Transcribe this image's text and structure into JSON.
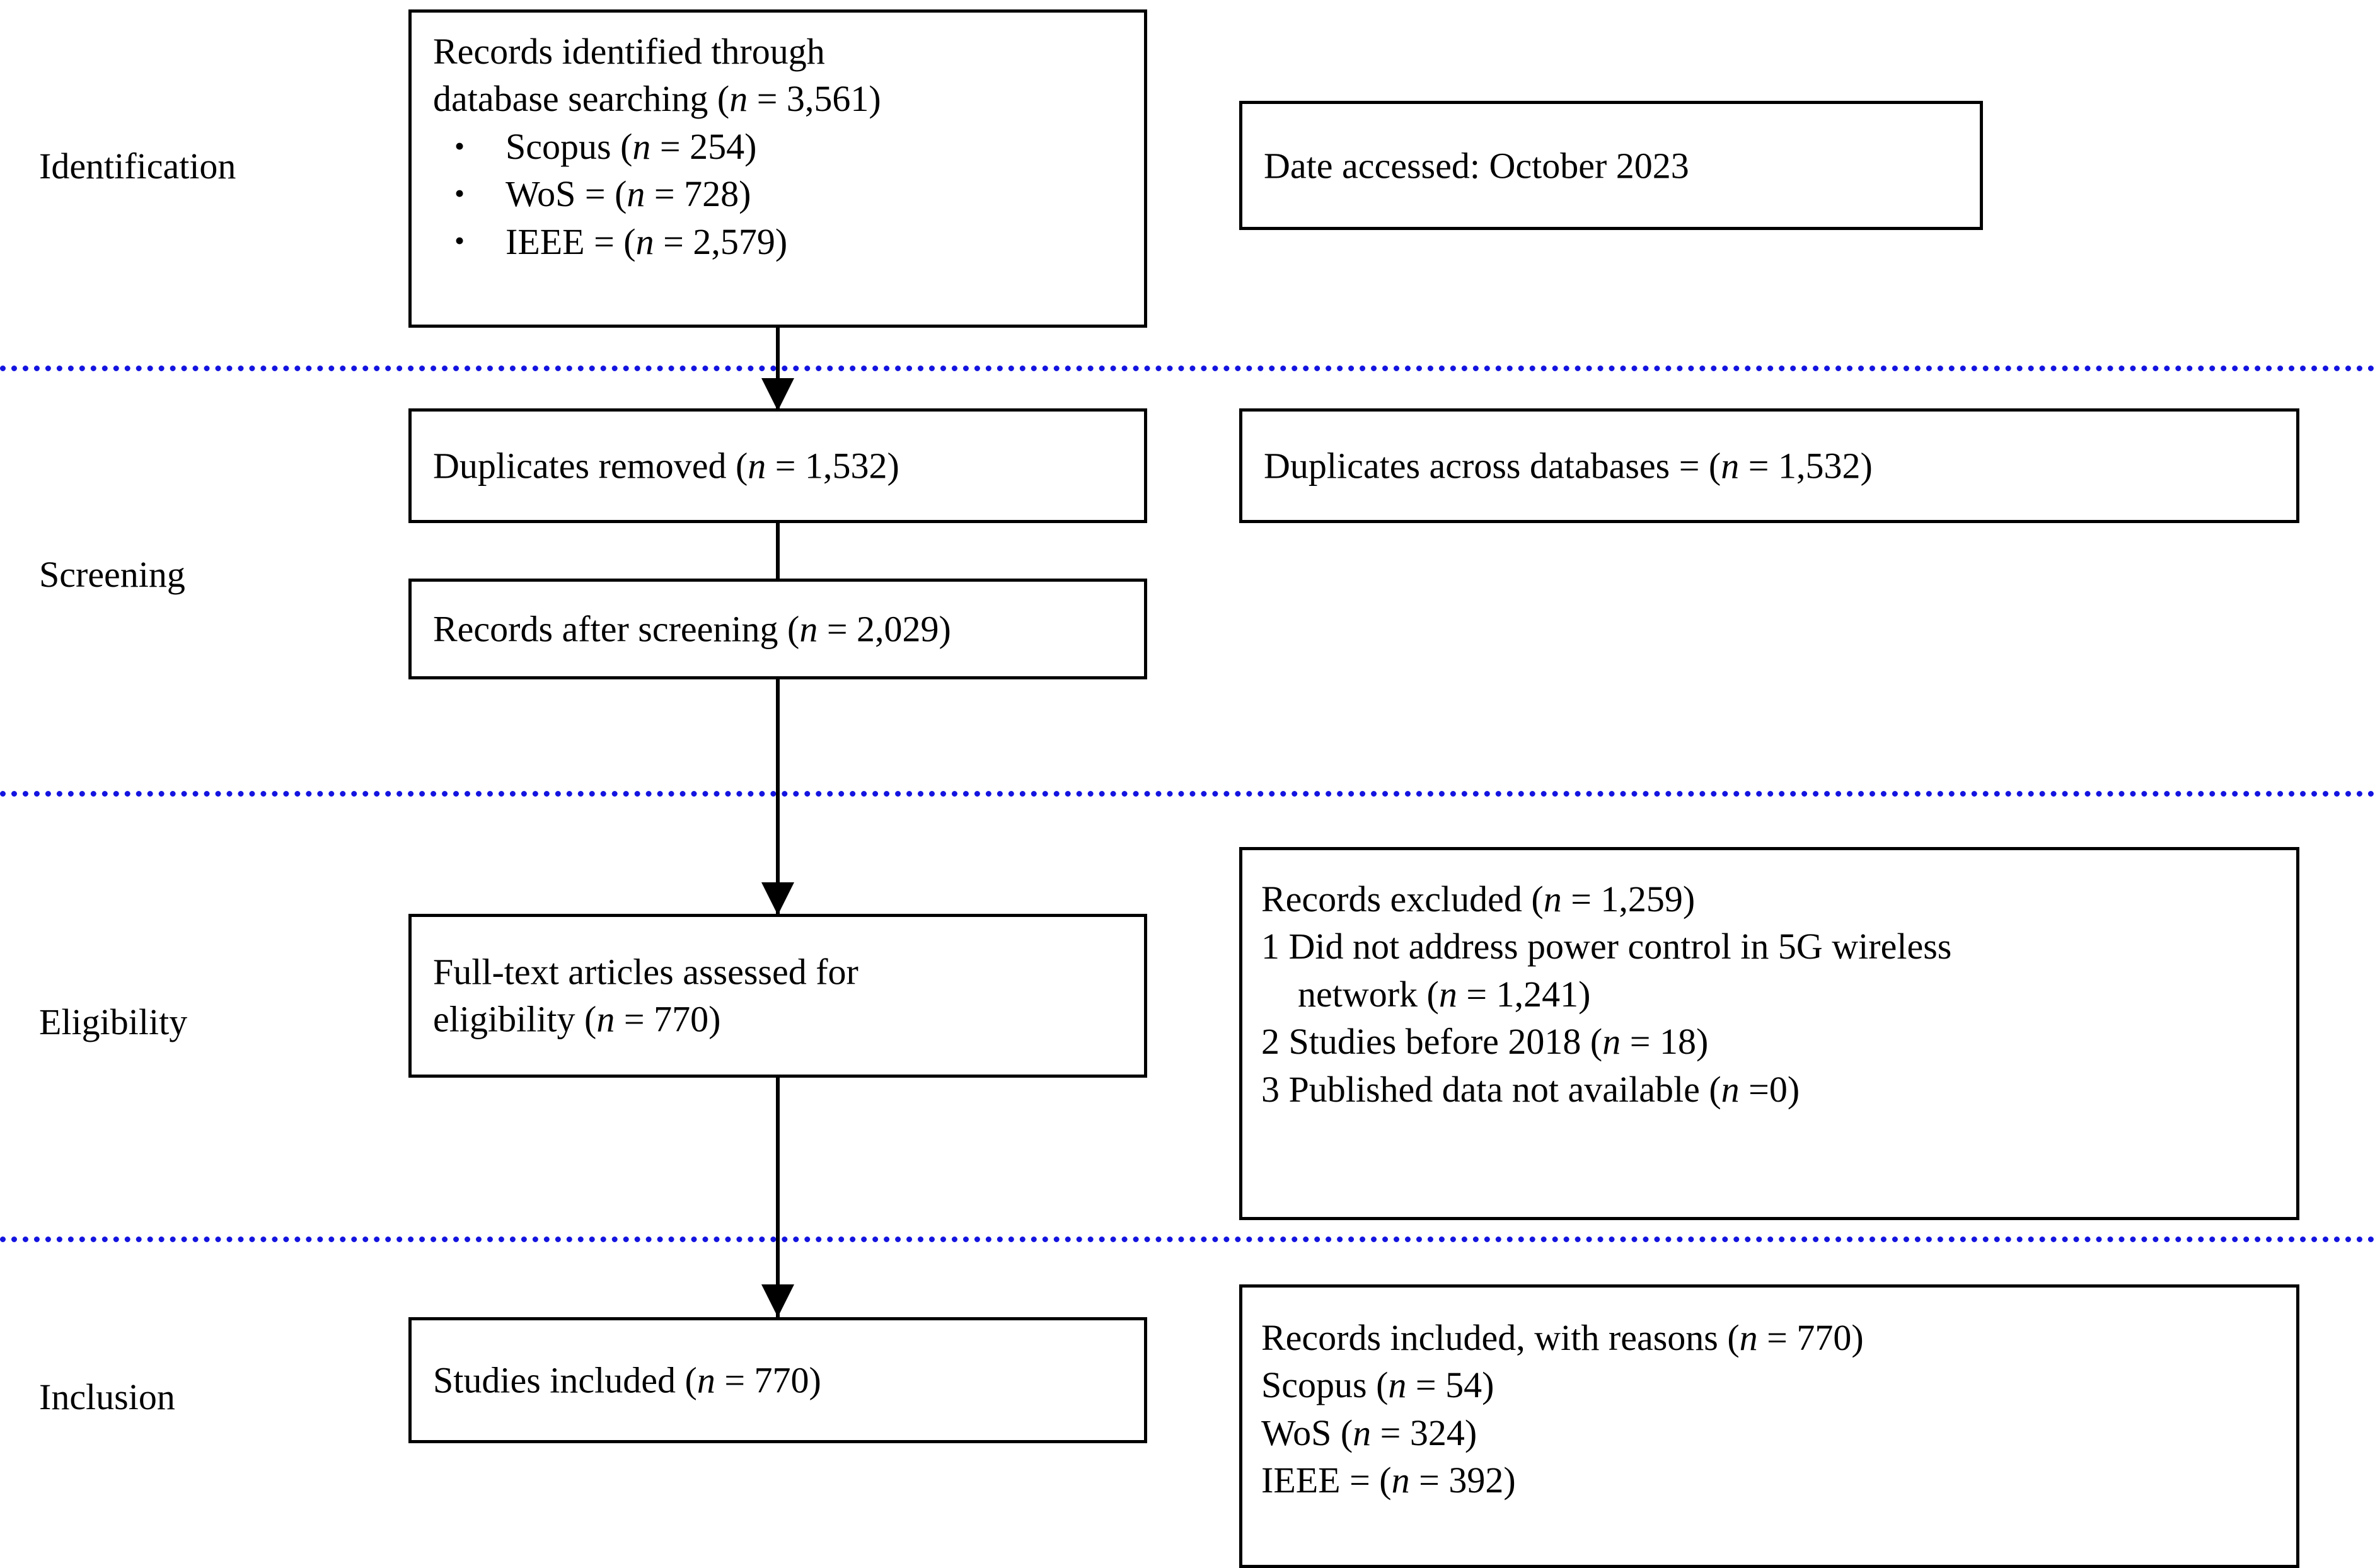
{
  "figure": {
    "type": "prisma-flow-diagram",
    "accent_color": "#1414e0",
    "line_color": "#000000",
    "background": "#ffffff"
  },
  "stages": [
    {
      "key": "identification",
      "label": "Identification"
    },
    {
      "key": "screening",
      "label": "Screening"
    },
    {
      "key": "eligibility",
      "label": "Eligibility"
    },
    {
      "key": "inclusion",
      "label": "Inclusion"
    }
  ],
  "boxes": {
    "records_identified": {
      "line1": "Records identified through",
      "line2_prefix": "database searching (",
      "line2_italic": "n",
      "line2_suffix": " = 3,561)",
      "bullets": [
        {
          "bullet": "•",
          "prefix": "Scopus (",
          "italic": "n",
          "suffix": " = 254)"
        },
        {
          "bullet": "•",
          "prefix": "WoS = (",
          "italic": "n",
          "suffix": " = 728)"
        },
        {
          "bullet": "•",
          "prefix": "IEEE = (",
          "italic": "n",
          "suffix": " = 2,579)"
        }
      ]
    },
    "date_accessed": {
      "text": "Date accessed: October 2023"
    },
    "duplicates_removed": {
      "prefix": "Duplicates removed (",
      "italic": "n",
      "suffix": " = 1,532)"
    },
    "duplicates_across": {
      "prefix": "Duplicates across databases = (",
      "italic": "n",
      "suffix": " = 1,532)"
    },
    "records_after_screening": {
      "prefix": "Records after screening (",
      "italic": "n",
      "suffix": " = 2,029)"
    },
    "fulltext_assessed": {
      "line1": "Full-text articles assessed for",
      "line2_prefix": "eligibility (",
      "line2_italic": "n",
      "line2_suffix": " = 770)"
    },
    "records_excluded": {
      "heading_prefix": "Records excluded (",
      "heading_italic": "n",
      "heading_suffix": " = 1,259)",
      "reasons": [
        {
          "num": "1",
          "text_a": "Did not address power control in 5G wireless",
          "text_b_prefix": "network (",
          "text_b_italic": "n",
          "text_b_suffix": " = 1,241)"
        },
        {
          "num": "2",
          "text_a": "Studies before 2018 (",
          "text_a_italic": "n",
          "text_a_suffix": " = 18)"
        },
        {
          "num": "3",
          "text_a": "Published data not available (",
          "text_a_italic": "n",
          "text_a_suffix": " =0)"
        }
      ]
    },
    "studies_included": {
      "prefix": "Studies included (",
      "italic": "n",
      "suffix": " = 770)"
    },
    "records_included_reasons": {
      "line1_prefix": "Records included, with reasons (",
      "line1_italic": "n",
      "line1_suffix": " = 770)",
      "line2_prefix": "Scopus (",
      "line2_italic": "n",
      "line2_suffix": " = 54)",
      "line3_prefix": "WoS (",
      "line3_italic": "n",
      "line3_suffix": " = 324)",
      "line4_prefix": "IEEE = (",
      "line4_italic": "n",
      "line4_suffix": " = 392)"
    }
  },
  "chart_data": {
    "type": "table",
    "title": "PRISMA flow of study selection",
    "records_identified_total": 3561,
    "sources_identified": {
      "Scopus": 254,
      "WoS": 728,
      "IEEE": 2579
    },
    "date_accessed": "October 2023",
    "duplicates_removed": 1532,
    "duplicates_across_databases": 1532,
    "records_after_screening": 2029,
    "fulltext_assessed_for_eligibility": 770,
    "records_excluded_total": 1259,
    "exclusion_reasons": [
      {
        "reason": "Did not address power control in 5G wireless network",
        "n": 1241
      },
      {
        "reason": "Studies before 2018",
        "n": 18
      },
      {
        "reason": "Published data not available",
        "n": 0
      }
    ],
    "studies_included": 770,
    "records_included_with_reasons": 770,
    "sources_included": {
      "Scopus": 54,
      "WoS": 324,
      "IEEE": 392
    }
  }
}
